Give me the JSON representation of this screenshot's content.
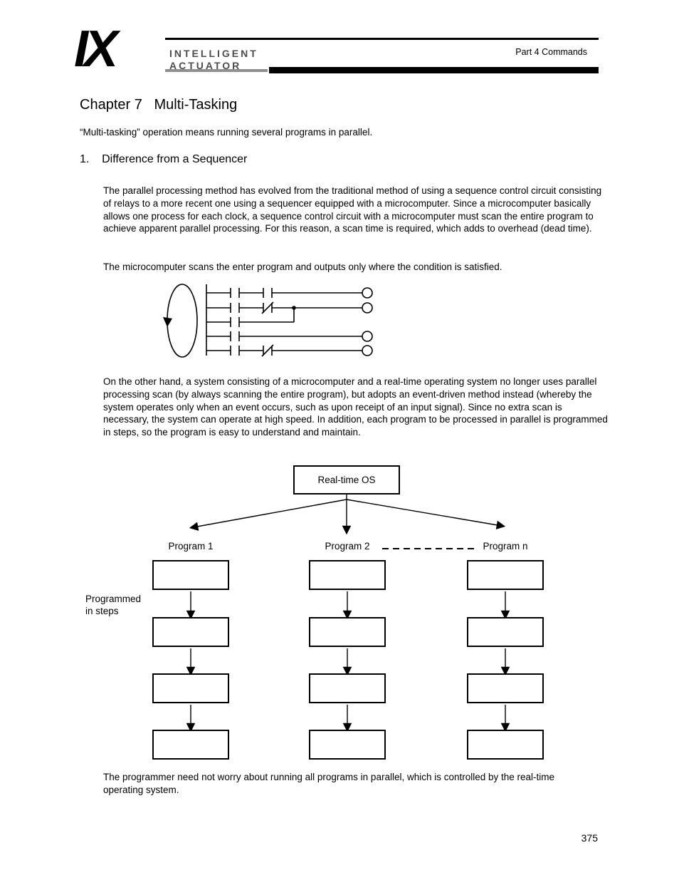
{
  "header": {
    "logo_text": "IX",
    "brand_line1": "INTELLIGENT",
    "brand_line2": "ACTUATOR",
    "part_label": "Part 4 Commands"
  },
  "chapter": {
    "title": "Chapter 7   Multi-Tasking",
    "intro": "“Multi-tasking” operation means running several programs in parallel."
  },
  "section": {
    "heading": "1.    Difference from a Sequencer",
    "para1": "The parallel processing method has evolved from the traditional method of using a sequence control circuit consisting of relays to a more recent one using a sequencer equipped with a microcomputer. Since a microcomputer basically allows one process for each clock, a sequence control circuit with a microcomputer must scan the entire program to achieve apparent parallel processing. For this reason, a scan time is required, which adds to overhead (dead time).",
    "para2": "The microcomputer scans the enter program and outputs only where the condition is satisfied.",
    "para3": "On the other hand, a system consisting of a microcomputer and a real-time operating system no longer uses parallel processing scan (by always scanning the entire program), but adopts an event-driven method instead (whereby the system operates only when an event occurs, such as upon receipt of an input signal). Since no extra scan is necessary, the system can operate at high speed. In addition, each program to be processed in parallel is programmed in steps, so the program is easy to understand and maintain.",
    "para4": "The programmer need not worry about running all programs in parallel, which is controlled by the real-time operating system."
  },
  "diagram": {
    "rtos_label": "Real-time OS",
    "programs": [
      "Program 1",
      "Program 2",
      "Program n"
    ],
    "steps_label": "Programmed\nin steps"
  },
  "footer": {
    "page_number": "375"
  }
}
